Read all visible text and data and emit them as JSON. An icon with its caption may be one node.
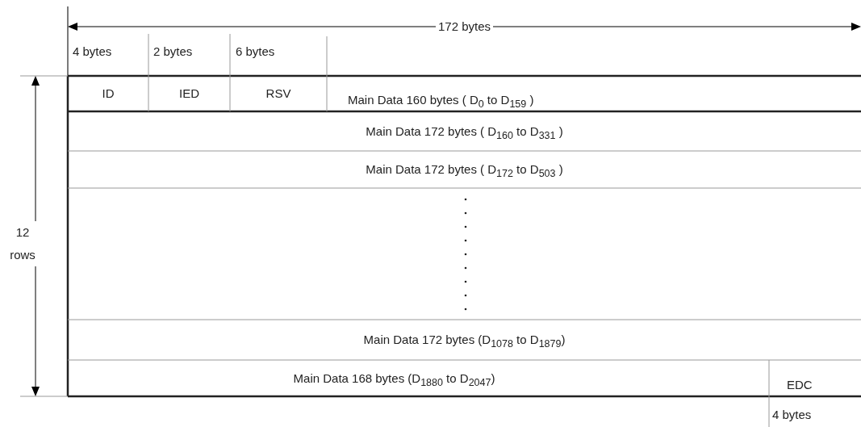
{
  "diagram": {
    "nodes": [
      {
        "text": [
          "ID"
        ]
      },
      {
        "text": [
          "IED"
        ]
      },
      {
        "text": [
          "RSV"
        ]
      },
      {
        "text": [
          "Main Data 160 bytes ( D$_{0}$ to D$_{159}$ )"
        ]
      },
      {
        "text": [
          "Main Data 172 bytes ( D$_{160}$ to D$_{331}$ )"
        ]
      },
      {
        "text": [
          "Main Data 172 bytes ( D$_{172}$ to D$_{503}$ )"
        ]
      },
      {
        "text": [
          "Main Data 172 bytes (D$_{1078}$ to D$_{1879}$)"
        ]
      },
      {
        "text": [
          "Main Data 168 bytes (D$_{1880}$ to D$_{2047}$)"
        ]
      },
      {
        "text": [
          "EDC"
        ]
      }
    ],
    "labels": [
      "172 bytes",
      "4 bytes",
      "2 bytes",
      "6 bytes",
      "12 rows",
      "4 bytes"
    ]
  }
}
